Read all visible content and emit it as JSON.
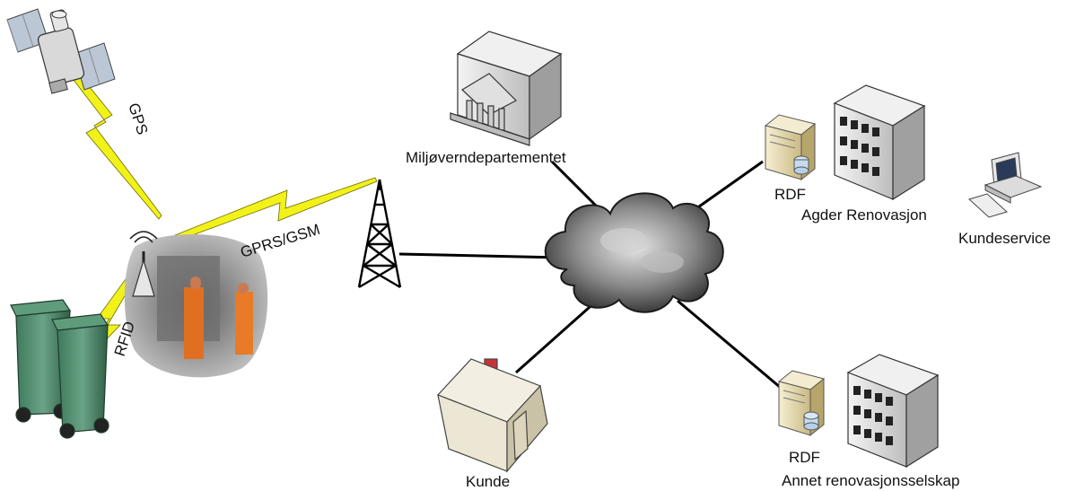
{
  "labels": {
    "gps": "GPS",
    "gprs_gsm": "GPRS/GSM",
    "rfid": "RFID",
    "ministry": "Miljøverndepartementet",
    "rdf_top": "RDF",
    "agder": "Agder Renovasjon",
    "kundeservice": "Kundeservice",
    "kunde": "Kunde",
    "rdf_bottom": "RDF",
    "annet": "Annet renovasjonsselskap"
  },
  "colors": {
    "lightning": "#f2f21a",
    "link": "#000000",
    "cloud_dark": "#3a3a3a",
    "bin_green": "#4f8a6b",
    "building_wall": "#d8d8d8",
    "server_beige": "#e8dcb0",
    "house_wall": "#ece7d4"
  },
  "icons": [
    "satellite-icon",
    "radio-tower-icon",
    "cloud-icon",
    "ministry-building-icon",
    "server-icon",
    "office-building-icon",
    "computer-icon",
    "house-icon",
    "garbage-bin-icon",
    "garbage-truck-photo"
  ]
}
